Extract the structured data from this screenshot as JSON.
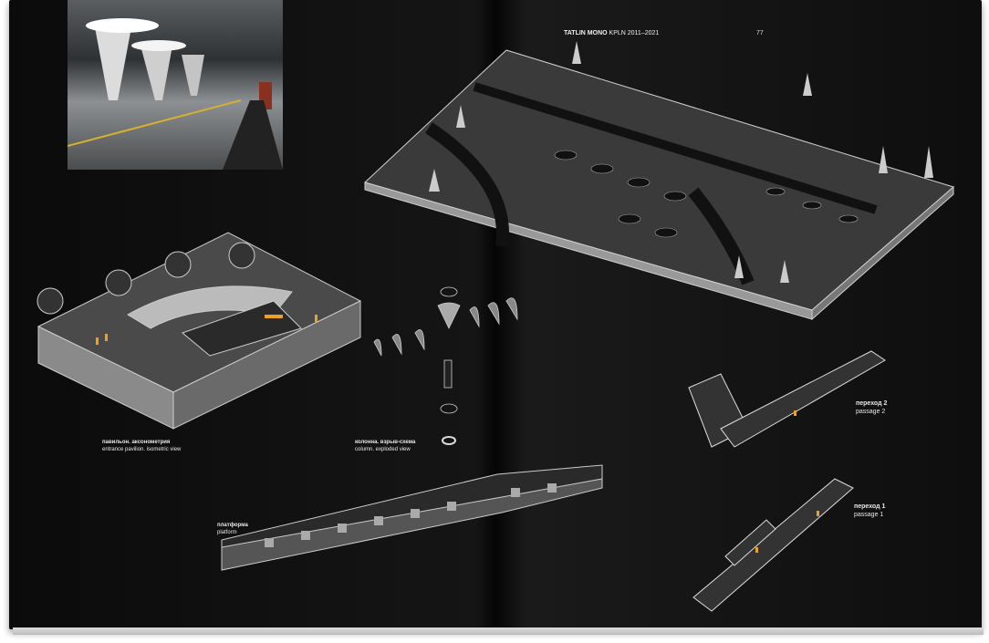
{
  "header": {
    "title_bold": "TATLIN MONO",
    "title_rest": "KPLN 2011–2021",
    "page_number": "77"
  },
  "captions": [
    {
      "ru": "павильон. аксонометрия",
      "en": "entrance pavilion. isometric view"
    },
    {
      "ru": "колонна. взрыв-схема",
      "en": "column. exploded view"
    },
    {
      "ru": "платформа",
      "en": "platform"
    },
    {
      "ru": "переход 2",
      "en": "passage 2"
    },
    {
      "ru": "переход 1",
      "en": "passage 1"
    }
  ],
  "colors": {
    "page": "#0e0e0e",
    "accent": "#f0a020",
    "line": "#d8d8d8"
  }
}
